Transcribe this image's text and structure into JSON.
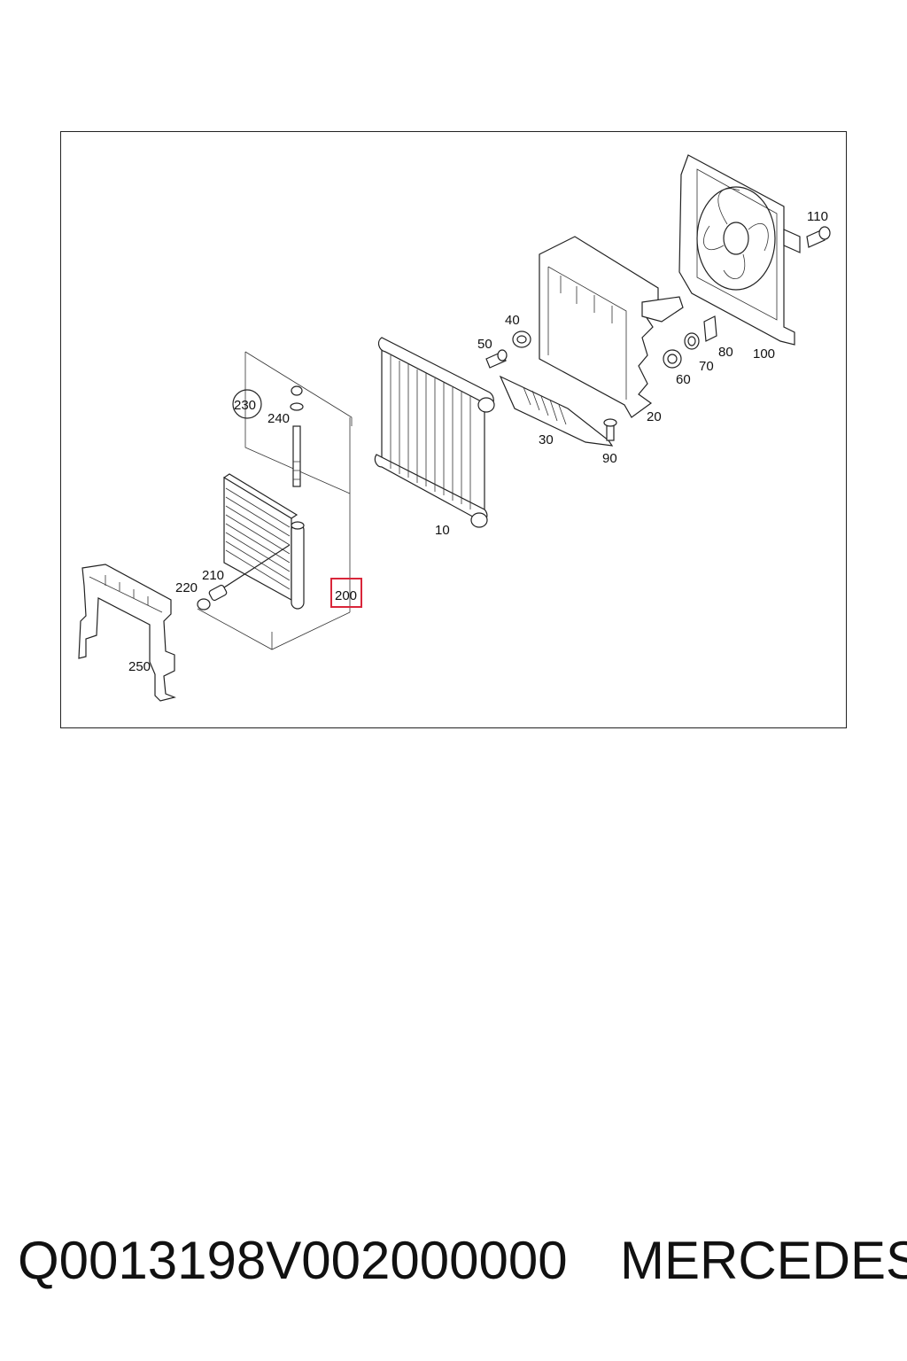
{
  "diagram": {
    "labels": {
      "p10": "10",
      "p20": "20",
      "p30": "30",
      "p40": "40",
      "p50": "50",
      "p60": "60",
      "p70": "70",
      "p80": "80",
      "p90": "90",
      "p100": "100",
      "p110": "110",
      "p200": "200",
      "p210": "210",
      "p220": "220",
      "p230": "230",
      "p240": "240",
      "p250": "250"
    },
    "highlight_color": "#d9263a"
  },
  "caption": {
    "code": "Q0013198V002000000",
    "brand": "MERCEDES"
  }
}
